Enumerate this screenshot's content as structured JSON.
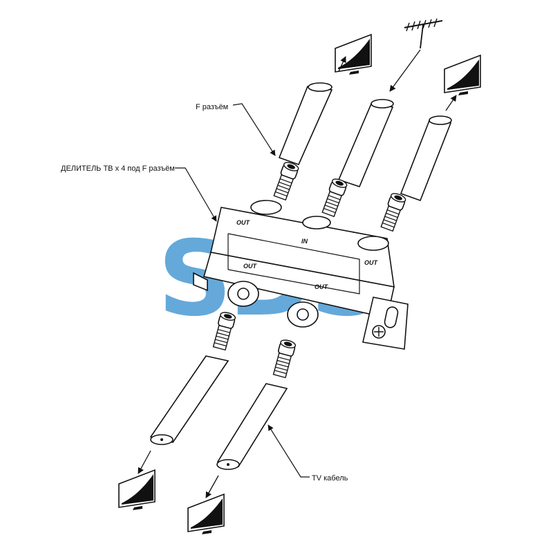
{
  "labels": {
    "f_connector": "F разъём",
    "splitter": "ДЕЛИТЕЛЬ ТВ х 4 под F разъём",
    "tv_cable": "TV кабель"
  },
  "ports": {
    "out_top_left": "OUT",
    "in_center": "IN",
    "out_right": "OUT",
    "out_left": "OUT",
    "out_bottom": "OUT"
  },
  "watermark": {
    "text": "SDS",
    "color": "#4a9bd4"
  },
  "icons": [
    "tv-icon",
    "antenna-icon",
    "f-connector-icon",
    "coax-cable-icon",
    "splitter-icon"
  ],
  "colors": {
    "line": "#111111",
    "background": "#ffffff",
    "watermark": "#4a9bd4"
  }
}
